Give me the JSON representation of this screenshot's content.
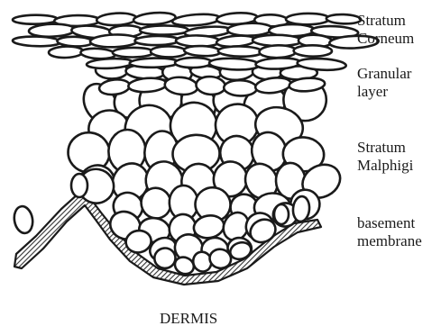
{
  "diagram": {
    "labels": {
      "stratum_corneum": [
        "Stratum",
        "Corneum"
      ],
      "granular_layer": [
        "Granular",
        "layer"
      ],
      "stratum_malphigi": [
        "Stratum",
        "Malphigi"
      ],
      "basement_membrane": [
        "basement",
        "membrane"
      ],
      "dermis": "DERMIS"
    },
    "colors": {
      "ink": "#1a1a1a",
      "membrane_fill": "#6b6b6b",
      "background": "#ffffff"
    }
  }
}
